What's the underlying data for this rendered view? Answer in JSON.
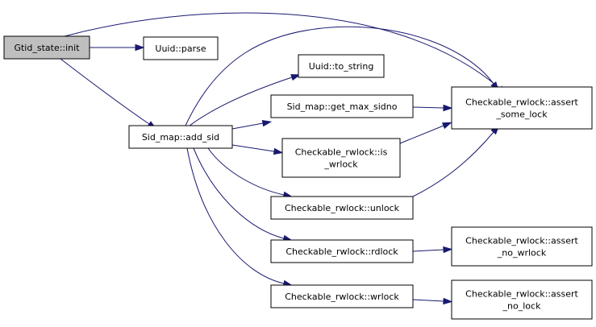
{
  "graph": {
    "edge_color": "#191970",
    "root_fill": "#bfbfbf",
    "node_fill": "#ffffff",
    "nodes": [
      {
        "id": "gtid_init",
        "lines": [
          "Gtid_state::init"
        ],
        "root": true
      },
      {
        "id": "uuid_parse",
        "lines": [
          "Uuid::parse"
        ]
      },
      {
        "id": "add_sid",
        "lines": [
          "Sid_map::add_sid"
        ]
      },
      {
        "id": "uuid_to_string",
        "lines": [
          "Uuid::to_string"
        ]
      },
      {
        "id": "get_max_sidno",
        "lines": [
          "Sid_map::get_max_sidno"
        ]
      },
      {
        "id": "is_wrlock",
        "lines": [
          "Checkable_rwlock::is",
          "_wrlock"
        ]
      },
      {
        "id": "unlock",
        "lines": [
          "Checkable_rwlock::unlock"
        ]
      },
      {
        "id": "rdlock",
        "lines": [
          "Checkable_rwlock::rdlock"
        ]
      },
      {
        "id": "wrlock",
        "lines": [
          "Checkable_rwlock::wrlock"
        ]
      },
      {
        "id": "assert_some_lock",
        "lines": [
          "Checkable_rwlock::assert",
          "_some_lock"
        ]
      },
      {
        "id": "assert_no_wrlock",
        "lines": [
          "Checkable_rwlock::assert",
          "_no_wrlock"
        ]
      },
      {
        "id": "assert_no_lock",
        "lines": [
          "Checkable_rwlock::assert",
          "_no_lock"
        ]
      }
    ],
    "edges": [
      {
        "from": "gtid_init",
        "to": "assert_some_lock"
      },
      {
        "from": "gtid_init",
        "to": "uuid_parse"
      },
      {
        "from": "gtid_init",
        "to": "add_sid"
      },
      {
        "from": "add_sid",
        "to": "assert_some_lock"
      },
      {
        "from": "add_sid",
        "to": "uuid_to_string"
      },
      {
        "from": "add_sid",
        "to": "get_max_sidno"
      },
      {
        "from": "add_sid",
        "to": "is_wrlock"
      },
      {
        "from": "add_sid",
        "to": "unlock"
      },
      {
        "from": "add_sid",
        "to": "rdlock"
      },
      {
        "from": "add_sid",
        "to": "wrlock"
      },
      {
        "from": "get_max_sidno",
        "to": "assert_some_lock"
      },
      {
        "from": "is_wrlock",
        "to": "assert_some_lock"
      },
      {
        "from": "unlock",
        "to": "assert_some_lock"
      },
      {
        "from": "rdlock",
        "to": "assert_no_wrlock"
      },
      {
        "from": "wrlock",
        "to": "assert_no_lock"
      }
    ]
  }
}
